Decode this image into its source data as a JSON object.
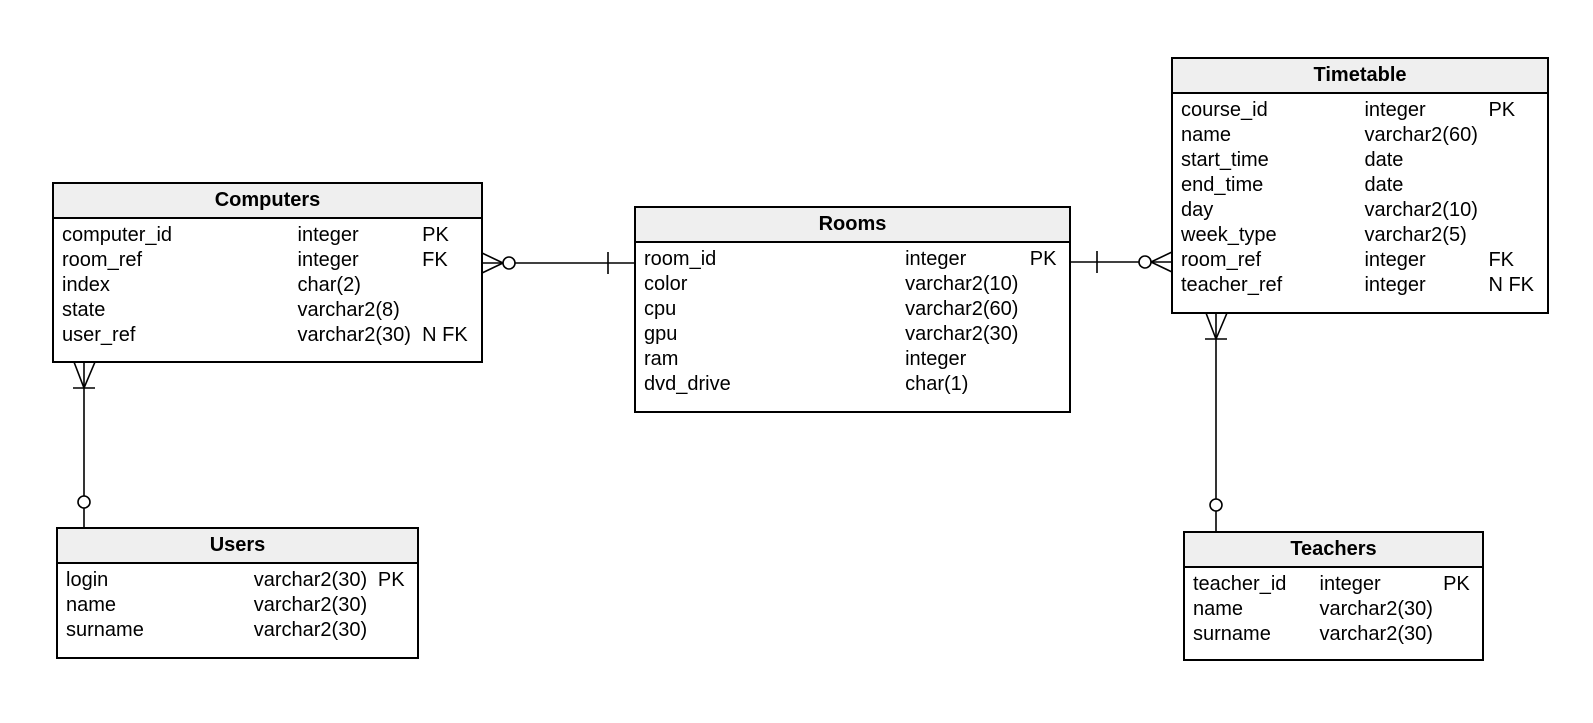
{
  "entities": {
    "computers": {
      "title": "Computers",
      "rows": [
        {
          "name": "computer_id",
          "type": "integer",
          "key": "PK"
        },
        {
          "name": "room_ref",
          "type": "integer",
          "key": "FK"
        },
        {
          "name": "index",
          "type": "char(2)",
          "key": ""
        },
        {
          "name": "state",
          "type": "varchar2(8)",
          "key": ""
        },
        {
          "name": "user_ref",
          "type": "varchar2(30)",
          "key": "N FK"
        }
      ]
    },
    "rooms": {
      "title": "Rooms",
      "rows": [
        {
          "name": "room_id",
          "type": "integer",
          "key": "PK"
        },
        {
          "name": "color",
          "type": "varchar2(10)",
          "key": ""
        },
        {
          "name": "cpu",
          "type": "varchar2(60)",
          "key": ""
        },
        {
          "name": "gpu",
          "type": "varchar2(30)",
          "key": ""
        },
        {
          "name": "ram",
          "type": "integer",
          "key": ""
        },
        {
          "name": "dvd_drive",
          "type": "char(1)",
          "key": ""
        }
      ]
    },
    "timetable": {
      "title": "Timetable",
      "rows": [
        {
          "name": "course_id",
          "type": "integer",
          "key": "PK"
        },
        {
          "name": "name",
          "type": "varchar2(60)",
          "key": ""
        },
        {
          "name": "start_time",
          "type": "date",
          "key": ""
        },
        {
          "name": "end_time",
          "type": "date",
          "key": ""
        },
        {
          "name": "day",
          "type": "varchar2(10)",
          "key": ""
        },
        {
          "name": "week_type",
          "type": "varchar2(5)",
          "key": ""
        },
        {
          "name": "room_ref",
          "type": "integer",
          "key": "FK"
        },
        {
          "name": "teacher_ref",
          "type": "integer",
          "key": "N FK"
        }
      ]
    },
    "users": {
      "title": "Users",
      "rows": [
        {
          "name": "login",
          "type": "varchar2(30)",
          "key": "PK"
        },
        {
          "name": "name",
          "type": "varchar2(30)",
          "key": ""
        },
        {
          "name": "surname",
          "type": "varchar2(30)",
          "key": ""
        }
      ]
    },
    "teachers": {
      "title": "Teachers",
      "rows": [
        {
          "name": "teacher_id",
          "type": "integer",
          "key": "PK"
        },
        {
          "name": "name",
          "type": "varchar2(30)",
          "key": ""
        },
        {
          "name": "surname",
          "type": "varchar2(30)",
          "key": ""
        }
      ]
    }
  },
  "relationships": [
    {
      "from": "computers",
      "to": "rooms",
      "from_end": "zero-or-many",
      "to_end": "one"
    },
    {
      "from": "timetable",
      "to": "rooms",
      "from_end": "zero-or-many",
      "to_end": "one"
    },
    {
      "from": "computers",
      "to": "users",
      "from_end": "one-or-many",
      "to_end": "zero-or-one"
    },
    {
      "from": "timetable",
      "to": "teachers",
      "from_end": "one-or-many",
      "to_end": "zero-or-one"
    }
  ]
}
